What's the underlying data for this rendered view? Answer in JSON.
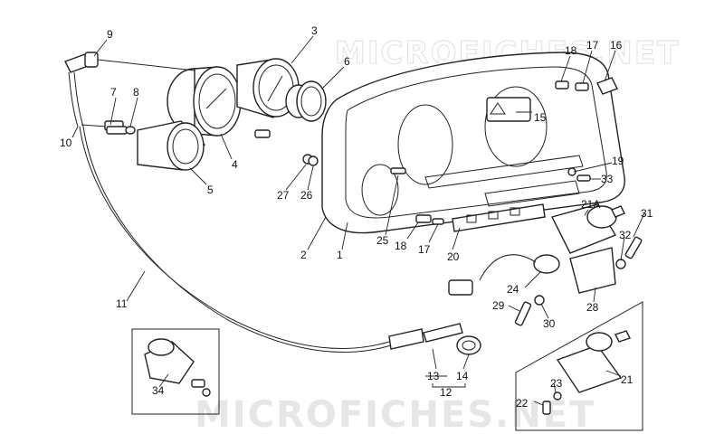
{
  "watermark": "MICROFICHES.NET",
  "callouts": {
    "c1": "1",
    "c2": "2",
    "c3": "3",
    "c4": "4",
    "c5": "5",
    "c6": "6",
    "c7": "7",
    "c8": "8",
    "c9": "9",
    "c10": "10",
    "c11": "11",
    "c12": "12",
    "c13": "13",
    "c14": "14",
    "c15": "15",
    "c16": "16",
    "c17a": "17",
    "c17b": "17",
    "c18a": "18",
    "c18b": "18",
    "c19": "19",
    "c20": "20",
    "c21": "21",
    "c21a": "21A",
    "c22": "22",
    "c23": "23",
    "c24": "24",
    "c25": "25",
    "c26": "26",
    "c27": "27",
    "c28": "28",
    "c29": "29",
    "c30": "30",
    "c31": "31",
    "c32": "32",
    "c33": "33",
    "c34": "34"
  }
}
